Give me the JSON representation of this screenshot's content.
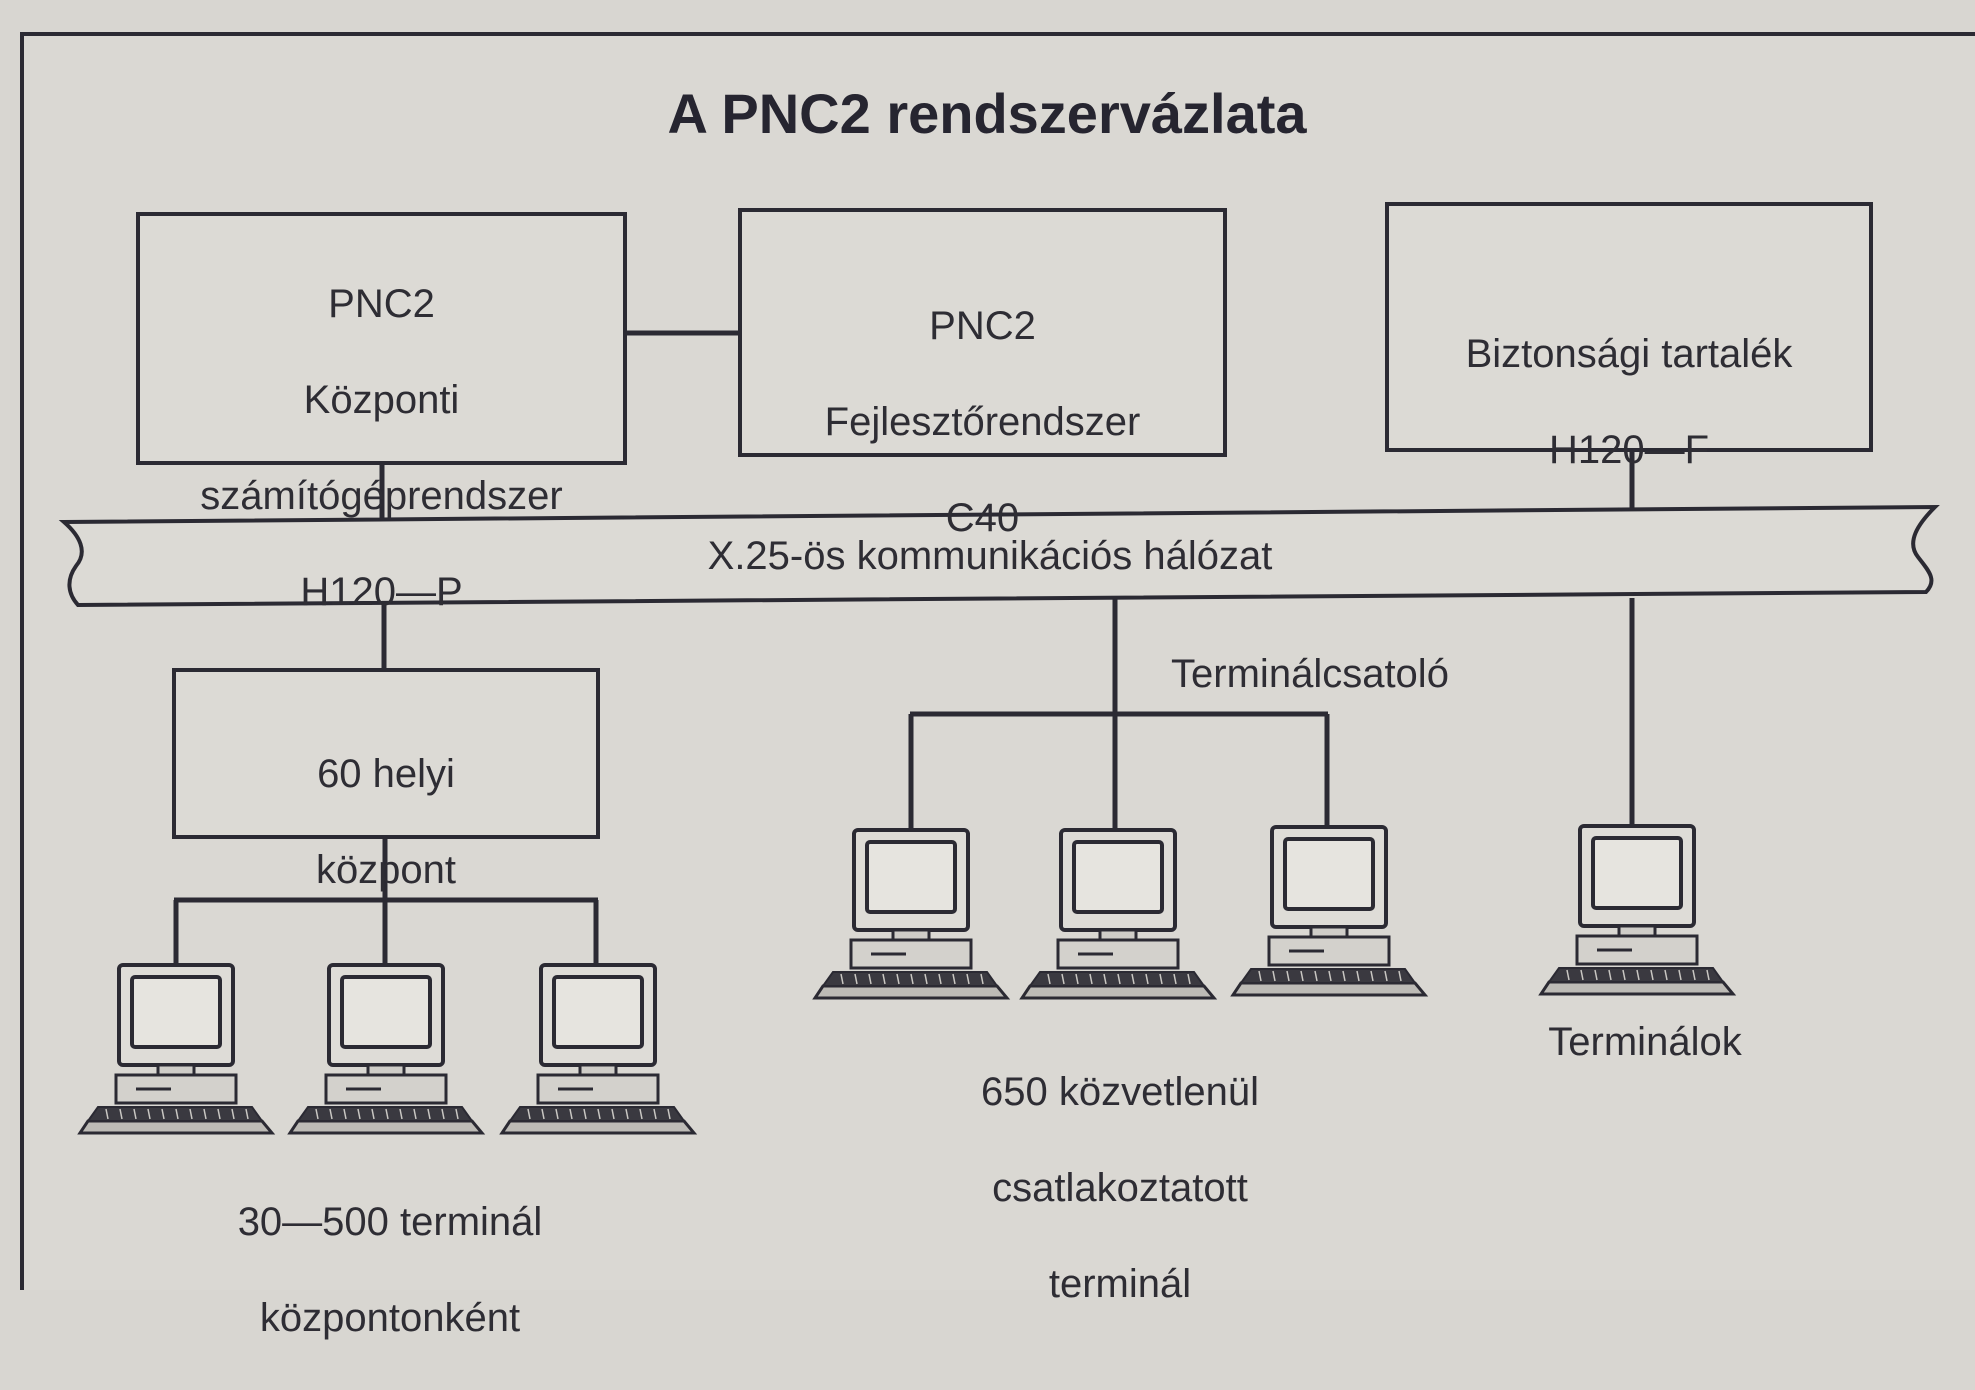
{
  "title": "A PNC2 rendszervázlata",
  "boxes": {
    "central": [
      "PNC2",
      "Központi",
      "számítógéprendszer",
      "H120—P"
    ],
    "dev": [
      "PNC2",
      "Fejlesztőrendszer",
      "C40"
    ],
    "backup": [
      "Biztonsági tartalék",
      "H120—F"
    ],
    "local": [
      "60 helyi",
      "központ"
    ]
  },
  "network_label": "X.25-ös kommunikációs hálózat",
  "terminal_adapter_label": "Terminálcsatoló",
  "captions": {
    "local_terminals": [
      "30—500 terminál",
      "központonként"
    ],
    "direct_terminals": [
      "650 közvetlenül",
      "csatlakoztatott",
      "terminál"
    ],
    "terminals": "Terminálok"
  },
  "icons": [
    "computer-terminal-icon"
  ],
  "colors": {
    "background": "#d8d6d1",
    "box_fill": "#dcdad5",
    "line": "#2b2a33"
  }
}
